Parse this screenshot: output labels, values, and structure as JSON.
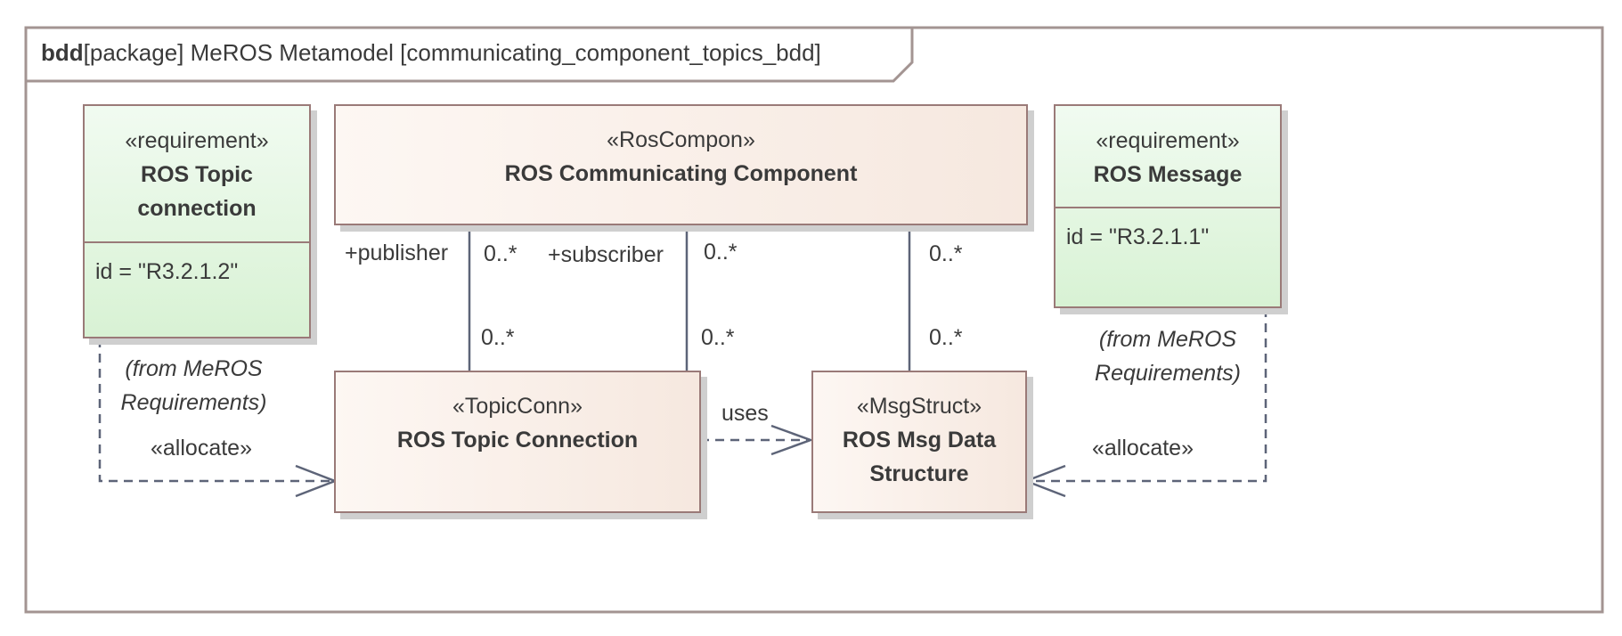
{
  "frame": {
    "kind": "bdd",
    "title": "[package] MeROS Metamodel [communicating_component_topics_bdd]"
  },
  "blocks": {
    "req_topic": {
      "stereotype": "«requirement»",
      "name_line1": "ROS Topic",
      "name_line2": "connection",
      "attribute": "id = \"R3.2.1.2\"",
      "origin_line1": "(from MeROS",
      "origin_line2": "Requirements)"
    },
    "component": {
      "stereotype": "«RosCompon»",
      "name": "ROS Communicating Component"
    },
    "req_message": {
      "stereotype": "«requirement»",
      "name": "ROS Message",
      "attribute": "id = \"R3.2.1.1\"",
      "origin_line1": "(from MeROS",
      "origin_line2": "Requirements)"
    },
    "topic_conn": {
      "stereotype": "«TopicConn»",
      "name": "ROS Topic Connection"
    },
    "msg_struct": {
      "stereotype": "«MsgStruct»",
      "name_line1": "ROS Msg Data",
      "name_line2": "Structure"
    }
  },
  "relations": {
    "publisher": {
      "role": "+publisher",
      "mult_top": "0..*",
      "mult_bottom": "0..*"
    },
    "subscriber": {
      "role": "+subscriber",
      "mult_top": "0..*",
      "mult_bottom": "0..*"
    },
    "msg_assoc": {
      "mult_top": "0..*",
      "mult_bottom": "0..*"
    },
    "uses": {
      "label": "uses"
    },
    "allocate_left": {
      "label": "«allocate»"
    },
    "allocate_right": {
      "label": "«allocate»"
    }
  },
  "colors": {
    "frame_border": "#a39492",
    "block_border": "#9a7a78",
    "requirement_fill": "#d8f2d4",
    "component_fill": "#f6e8df",
    "connector": "#5d6478"
  }
}
